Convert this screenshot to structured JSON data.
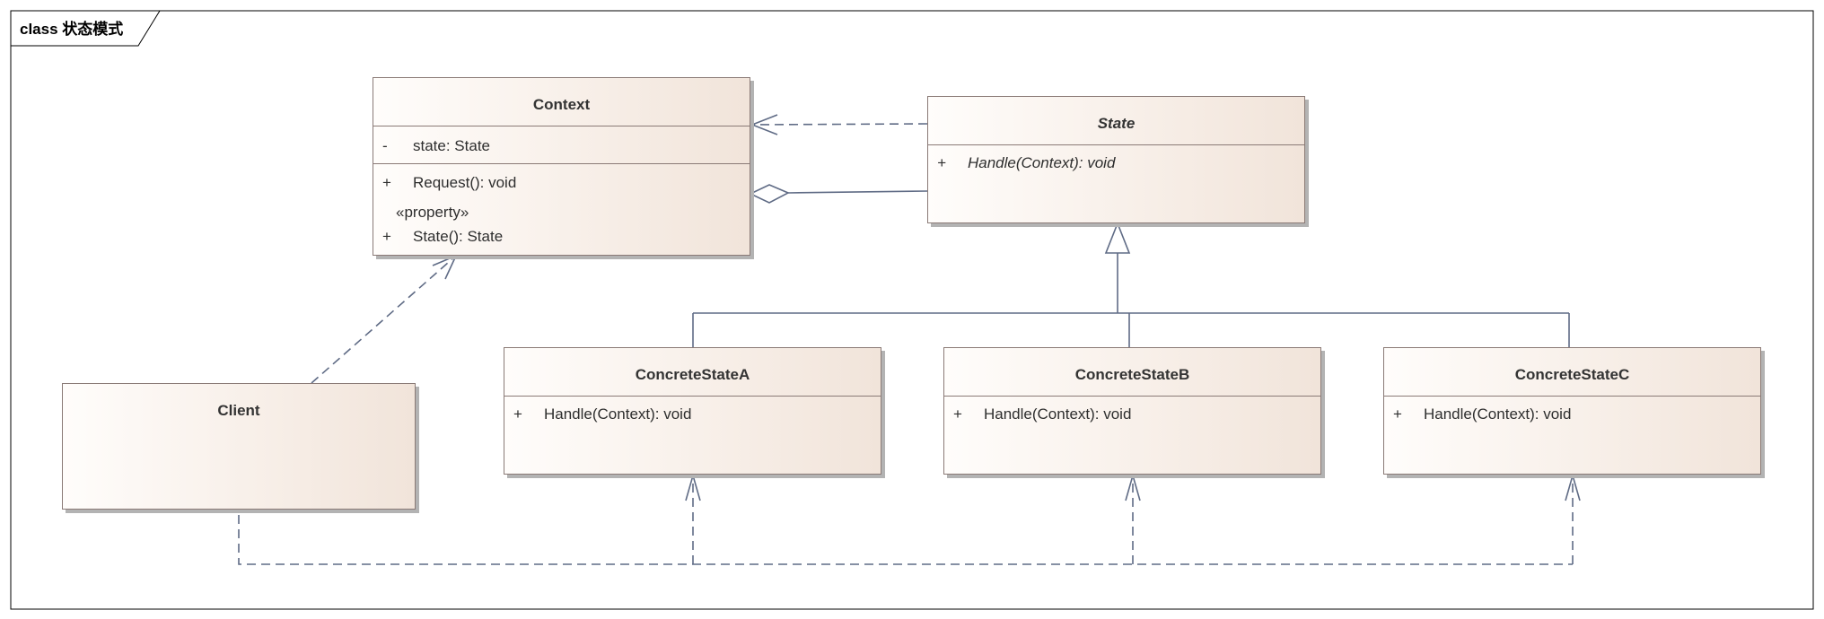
{
  "frame": {
    "title": "class 状态模式"
  },
  "classes": {
    "context": {
      "name": "Context",
      "attributes": [
        {
          "visibility": "-",
          "text": "state: State"
        }
      ],
      "operations": [
        {
          "visibility": "+",
          "text": "Request(): void"
        }
      ],
      "stereotype": "«property»",
      "properties": [
        {
          "visibility": "+",
          "text": "State(): State"
        }
      ]
    },
    "state": {
      "name": "State",
      "operations": [
        {
          "visibility": "+",
          "text": "Handle(Context): void"
        }
      ]
    },
    "client": {
      "name": "Client"
    },
    "concrete_a": {
      "name": "ConcreteStateA",
      "operations": [
        {
          "visibility": "+",
          "text": "Handle(Context): void"
        }
      ]
    },
    "concrete_b": {
      "name": "ConcreteStateB",
      "operations": [
        {
          "visibility": "+",
          "text": "Handle(Context): void"
        }
      ]
    },
    "concrete_c": {
      "name": "ConcreteStateC",
      "operations": [
        {
          "visibility": "+",
          "text": "Handle(Context): void"
        }
      ]
    }
  },
  "colors": {
    "line": "#5f6b85",
    "border": "#8a7a76",
    "shadow": "#b3b3b3"
  }
}
